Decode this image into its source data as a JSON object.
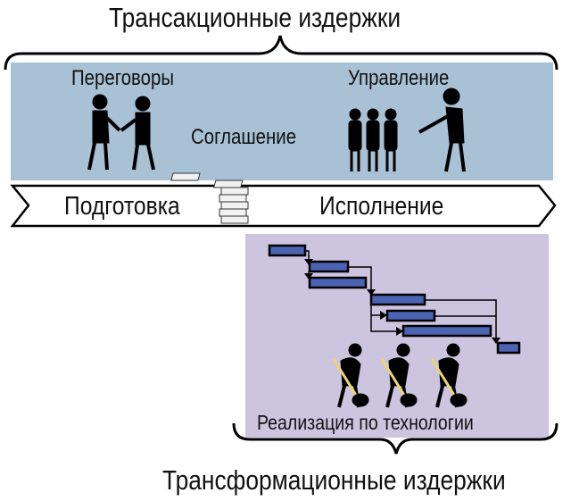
{
  "title_top": "Трансакционные издержки",
  "title_bottom": "Трансформационные издержки",
  "top_panel": {
    "negotiations": "Переговоры",
    "agreement": "Соглашение",
    "management": "Управление"
  },
  "phase_arrow": {
    "preparation": "Подготовка",
    "execution": "Исполнение"
  },
  "bottom_panel": {
    "implementation": "Реализация по технологии"
  },
  "colors": {
    "top_panel": "#a9c1d5",
    "bottom_panel": "#cdc4e0",
    "gantt_bar": "#4a63b3"
  }
}
